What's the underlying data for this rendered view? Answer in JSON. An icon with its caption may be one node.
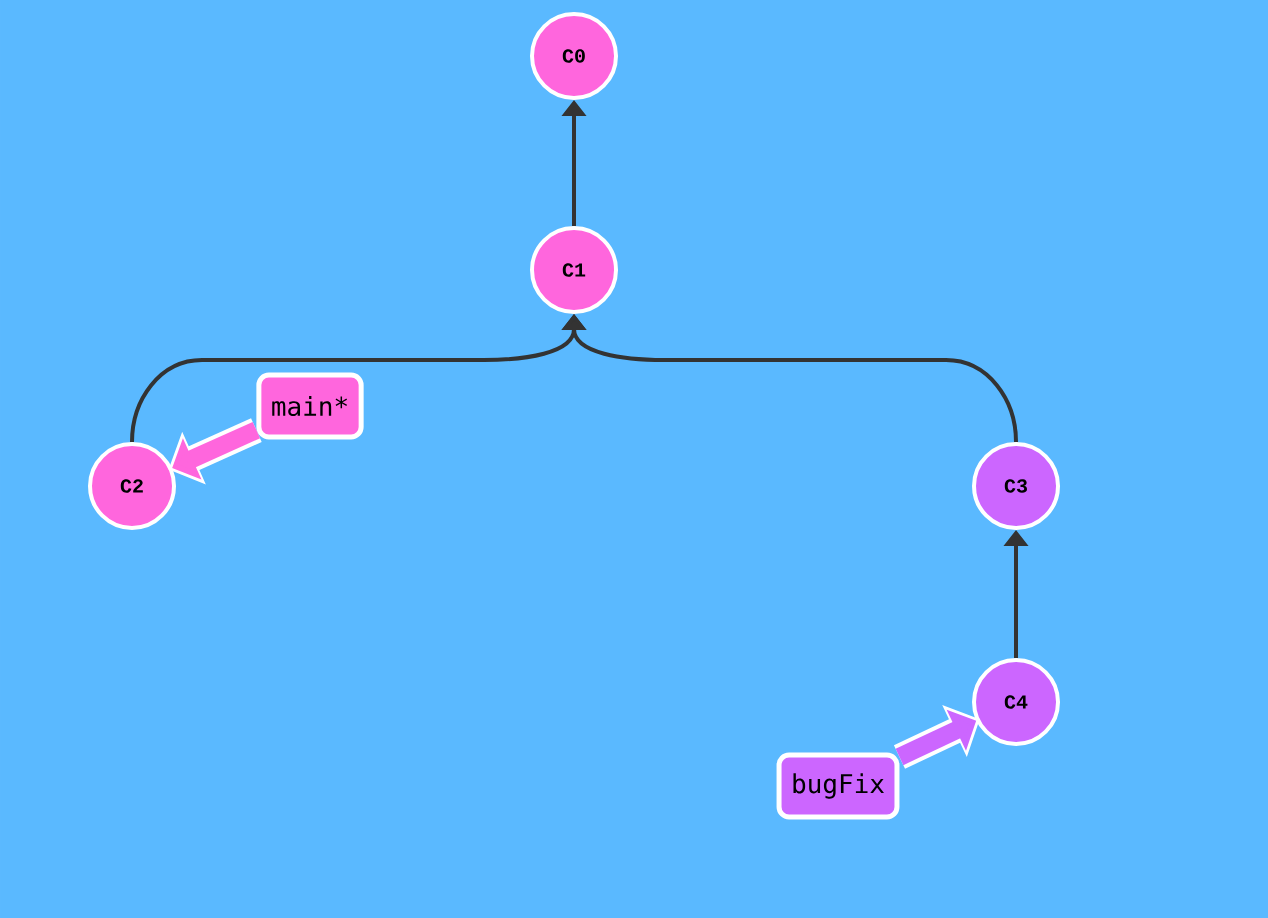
{
  "diagram": {
    "nodes": [
      {
        "text": [
          "C0"
        ]
      },
      {
        "text": [
          "C1"
        ]
      },
      {
        "text": [
          "C2"
        ]
      },
      {
        "text": [
          "C3"
        ]
      },
      {
        "text": [
          "C4"
        ]
      },
      {
        "text": [
          "main*"
        ]
      },
      {
        "text": [
          "bugFix"
        ]
      }
    ],
    "edges": [
      {
        "from": 1,
        "to": 0,
        "arrow": "to"
      },
      {
        "from": 2,
        "to": 1,
        "arrow": "to"
      },
      {
        "from": 3,
        "to": 1,
        "arrow": "to"
      },
      {
        "from": 4,
        "to": 3,
        "arrow": "to"
      },
      {
        "from": 5,
        "to": 2,
        "arrow": "to",
        "style": "thick",
        "color": "#ff66dd"
      },
      {
        "from": 6,
        "to": 4,
        "arrow": "to",
        "style": "thick",
        "color": "#cc66ff"
      }
    ]
  }
}
